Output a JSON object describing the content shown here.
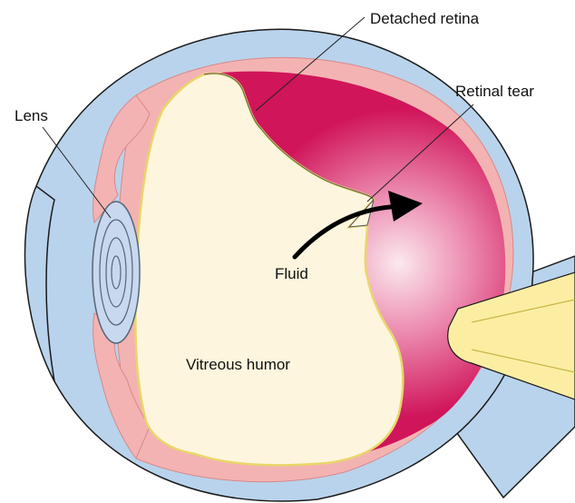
{
  "labels": {
    "detached_retina": "Detached retina",
    "retinal_tear": "Retinal tear",
    "lens": "Lens",
    "fluid": "Fluid",
    "vitreous_humor": "Vitreous humor"
  },
  "colors": {
    "sclera": "#b9d3ec",
    "sclera_outline": "#1a1a1a",
    "choroid": "#f3b3b3",
    "retina_dark": "#d31a5e",
    "retina_light": "#f8dde5",
    "vitreous": "#fdf5dd",
    "retina_edge": "#f2e68c",
    "lens": "#c8d8ee",
    "optic_nerve": "#fbeea2",
    "arrow": "#000000"
  }
}
